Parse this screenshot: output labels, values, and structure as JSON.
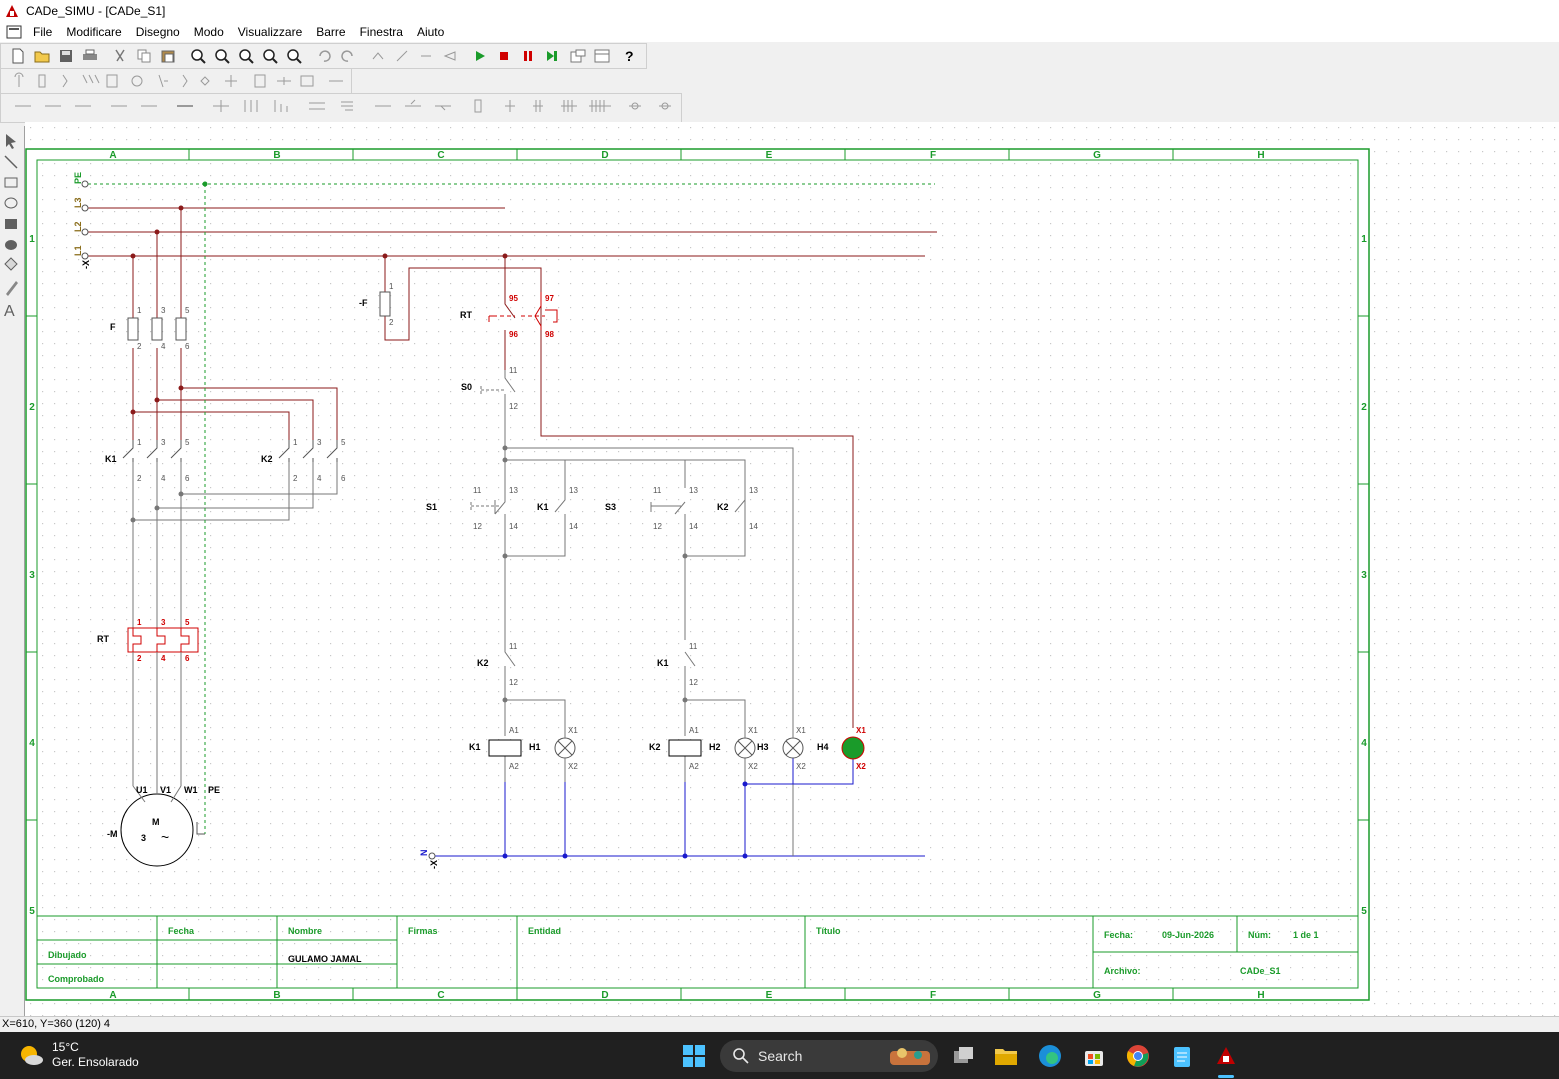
{
  "window": {
    "title": "CADe_SIMU - [CADe_S1]"
  },
  "menu": [
    "File",
    "Modificare",
    "Disegno",
    "Modo",
    "Visualizzare",
    "Barre",
    "Finestra",
    "Aiuto"
  ],
  "frame": {
    "columns": [
      "A",
      "B",
      "C",
      "D",
      "E",
      "F",
      "G",
      "H"
    ],
    "rows": [
      "1",
      "2",
      "3",
      "4",
      "5"
    ]
  },
  "titleblock": {
    "fecha_col": "Fecha",
    "nombre_col": "Nombre",
    "firmas": "Firmas",
    "entidad": "Entidad",
    "titulo": "Título",
    "dibujado": "Dibujado",
    "comprobado": "Comprobado",
    "author": "GULAMO JAMAL",
    "fecha_label": "Fecha:",
    "fecha_value": "09-Jun-2026",
    "num_label": "Núm:",
    "num_value": "1 de 1",
    "archivo_label": "Archivo:",
    "archivo_value": "CADe_S1"
  },
  "schematic": {
    "bus_labels": {
      "pe": "PE",
      "l3": "L3",
      "l2": "L2",
      "l1": "L1",
      "n": "N",
      "x": "-X"
    },
    "power": {
      "fuse": "F",
      "k1": "K1",
      "k2": "K2",
      "rt": "RT",
      "motor_tag": "-M",
      "motor_m": "M",
      "motor_3": "3",
      "motor_tilde": "~",
      "u1": "U1",
      "v1": "V1",
      "w1": "W1",
      "pe": "PE",
      "t1": "1",
      "t2": "2",
      "t3": "3",
      "t4": "4",
      "t5": "5",
      "t6": "6"
    },
    "control": {
      "fuse": "-F",
      "rt": "RT",
      "s0": "S0",
      "s1": "S1",
      "s3": "S3",
      "k1": "K1",
      "k2": "K2",
      "h1": "H1",
      "h2": "H2",
      "h3": "H3",
      "h4": "H4",
      "t95": "95",
      "t96": "96",
      "t97": "97",
      "t98": "98",
      "t11": "11",
      "t12": "12",
      "t13": "13",
      "t14": "14",
      "a1": "A1",
      "a2": "A2",
      "x1": "X1",
      "x2": "X2",
      "f1": "1",
      "f2": "2"
    }
  },
  "status": {
    "coords": "X=610, Y=360 (120) 4"
  },
  "taskbar": {
    "temp": "15°C",
    "weather": "Ger. Ensolarado",
    "search": "Search"
  }
}
